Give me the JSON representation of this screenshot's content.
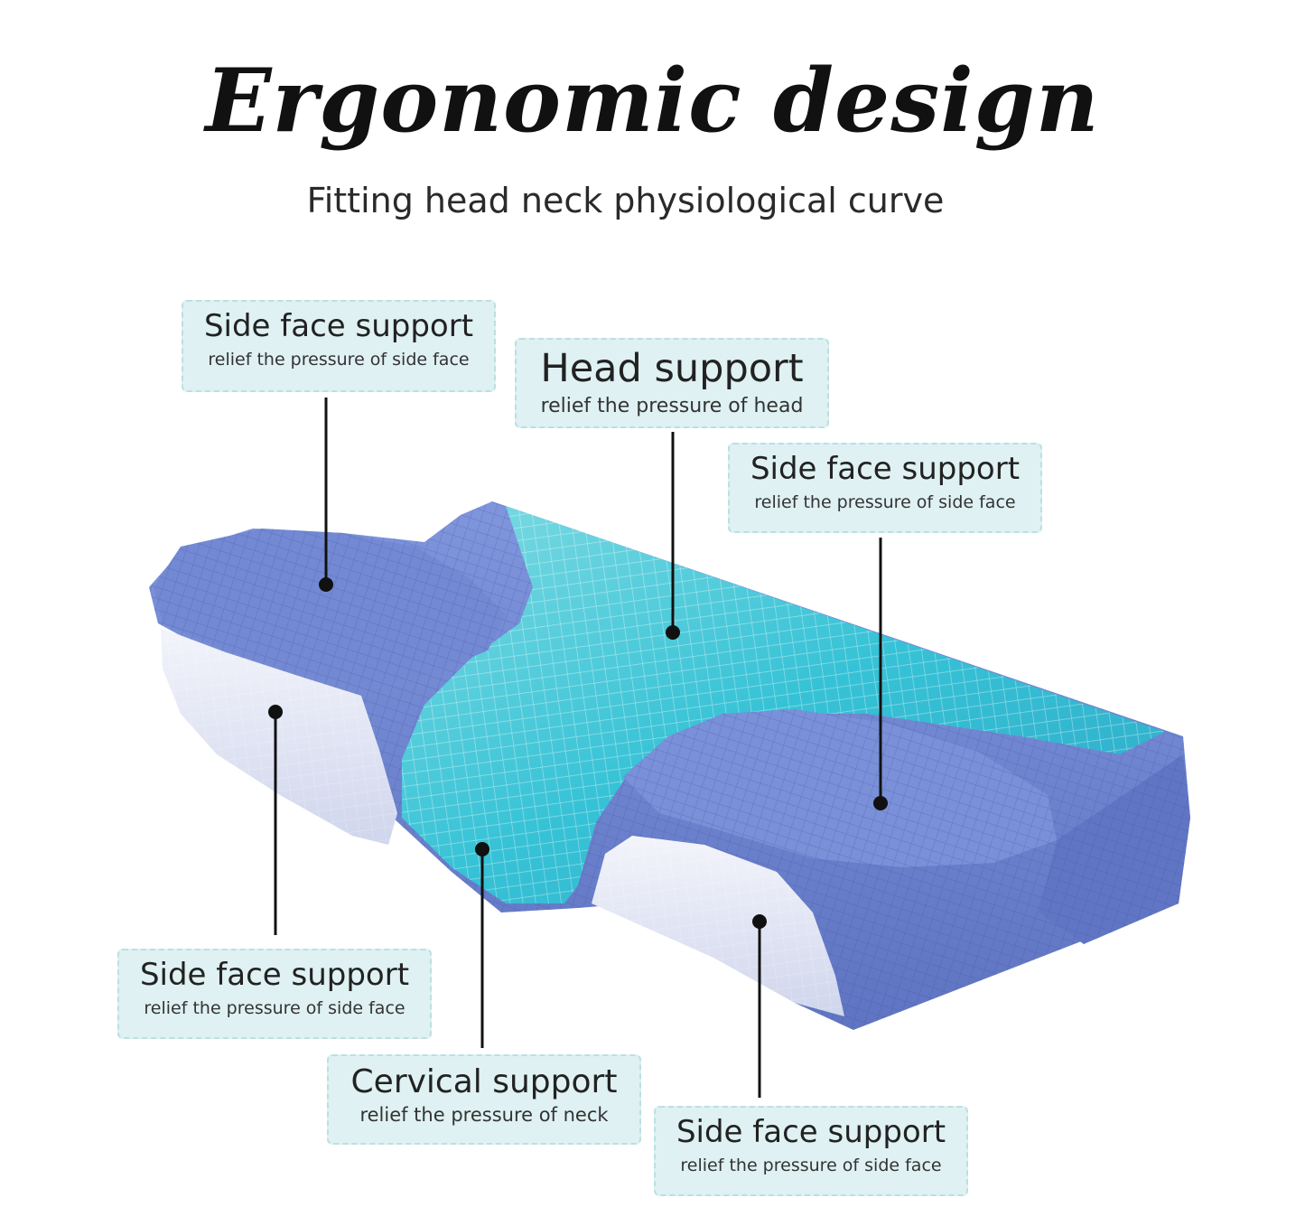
{
  "title": "Ergonomic design",
  "subtitle": "Fitting head neck physiological curve",
  "colors": {
    "label_background": "#dff1f2",
    "label_border": "#bcdfe2",
    "pillow_blue": "#6f86cf",
    "pillow_teal": "#47c7d6",
    "pillow_side": "#e6e8f3"
  },
  "callouts": [
    {
      "heading": "Side face support",
      "subtext": "relief the pressure of side face"
    },
    {
      "heading": "Head support",
      "subtext": "relief the pressure of head"
    },
    {
      "heading": "Side face support",
      "subtext": "relief the pressure of side face"
    },
    {
      "heading": "Side face support",
      "subtext": "relief the pressure of side face"
    },
    {
      "heading": "Cervical support",
      "subtext": "relief the pressure of neck"
    },
    {
      "heading": "Side face support",
      "subtext": "relief the pressure of side face"
    }
  ]
}
